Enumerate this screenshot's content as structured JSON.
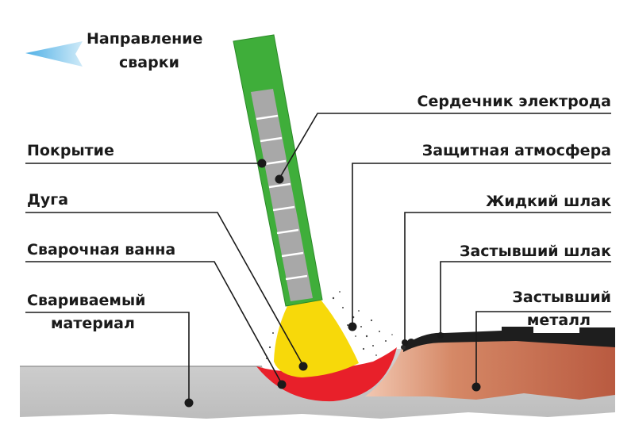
{
  "labels": {
    "direction_line1": "Направление",
    "direction_line2": "сварки",
    "electrode_core": "Сердечник электрода",
    "coating": "Покрытие",
    "shielding_atmosphere": "Защитная атмосфера",
    "arc": "Дуга",
    "liquid_slag": "Жидкий шлак",
    "weld_pool": "Сварочная ванна",
    "solid_slag": "Застывший шлак",
    "base_material_line1": "Свариваемый",
    "base_material_line2": "материал",
    "weld_metal_line1": "Застывший",
    "weld_metal_line2": "металл"
  },
  "colors": {
    "coating": "#3fae3a",
    "core": "#a8a8a8",
    "arc": "#f7d90a",
    "weld_pool": "#e8202a",
    "weld_metal": "#c4654a",
    "slag": "#1e1e1e",
    "base_metal": "#c9c9c9",
    "direction_arrow": "#7fc8ec",
    "leader": "#1a1a1a"
  }
}
